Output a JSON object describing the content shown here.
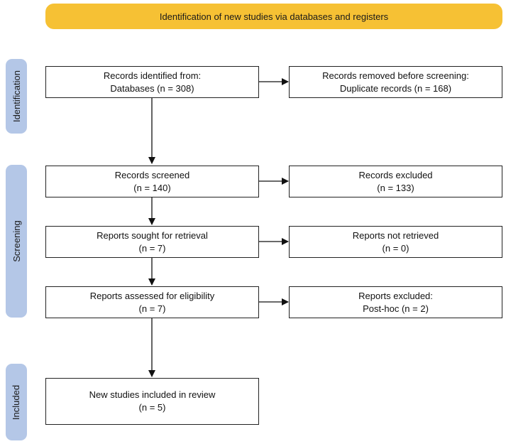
{
  "header": {
    "title": "Identification of new studies via databases and registers",
    "color": "#f6c134"
  },
  "phases": {
    "identification": "Identification",
    "screening": "Screening",
    "included": "Included",
    "color": "#b4c7e7"
  },
  "boxes": {
    "records_identified": {
      "line1": "Records identified from:",
      "line2": "Databases (n = 308)"
    },
    "records_removed": {
      "line1": "Records removed before screening:",
      "line2": "Duplicate records (n = 168)"
    },
    "records_screened": {
      "line1": "Records screened",
      "line2": "(n = 140)"
    },
    "records_excluded": {
      "line1": "Records excluded",
      "line2": "(n = 133)"
    },
    "reports_sought": {
      "line1": "Reports sought for retrieval",
      "line2": "(n = 7)"
    },
    "reports_not_retrieved": {
      "line1": "Reports not retrieved",
      "line2": "(n = 0)"
    },
    "reports_assessed": {
      "line1": "Reports assessed for eligibility",
      "line2": "(n = 7)"
    },
    "reports_excluded": {
      "line1": "Reports excluded:",
      "line2": "Post-hoc (n = 2)"
    },
    "studies_included": {
      "line1": "New studies included in review",
      "line2": "(n = 5)"
    }
  }
}
